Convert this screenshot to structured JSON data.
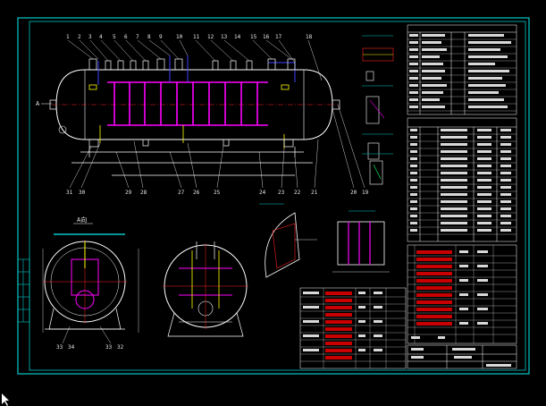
{
  "colors": {
    "background": "#000000",
    "frame": "#00c8c8",
    "outline": "#ffffff",
    "internal": "#ff00ff",
    "dimension": "#ffff00",
    "pipe_blue": "#4040ff",
    "note_red": "#ff2020",
    "table_fill": "#c80000"
  },
  "drawing": {
    "top_callouts": [
      "1",
      "2",
      "3",
      "4",
      "5",
      "6",
      "7",
      "8",
      "9",
      "10",
      "11",
      "12",
      "13",
      "14",
      "15",
      "16",
      "17",
      "18"
    ],
    "bottom_callouts": [
      "31",
      "30",
      "29",
      "28",
      "27",
      "26",
      "25",
      "24",
      "23",
      "22",
      "21",
      "20",
      "19"
    ],
    "section_label": "A",
    "section_view_title": "A向",
    "end_view_callouts": [
      "33",
      "34",
      "33",
      "32"
    ]
  },
  "icons": {
    "corner_arrow": "cursor-arrow-icon"
  }
}
